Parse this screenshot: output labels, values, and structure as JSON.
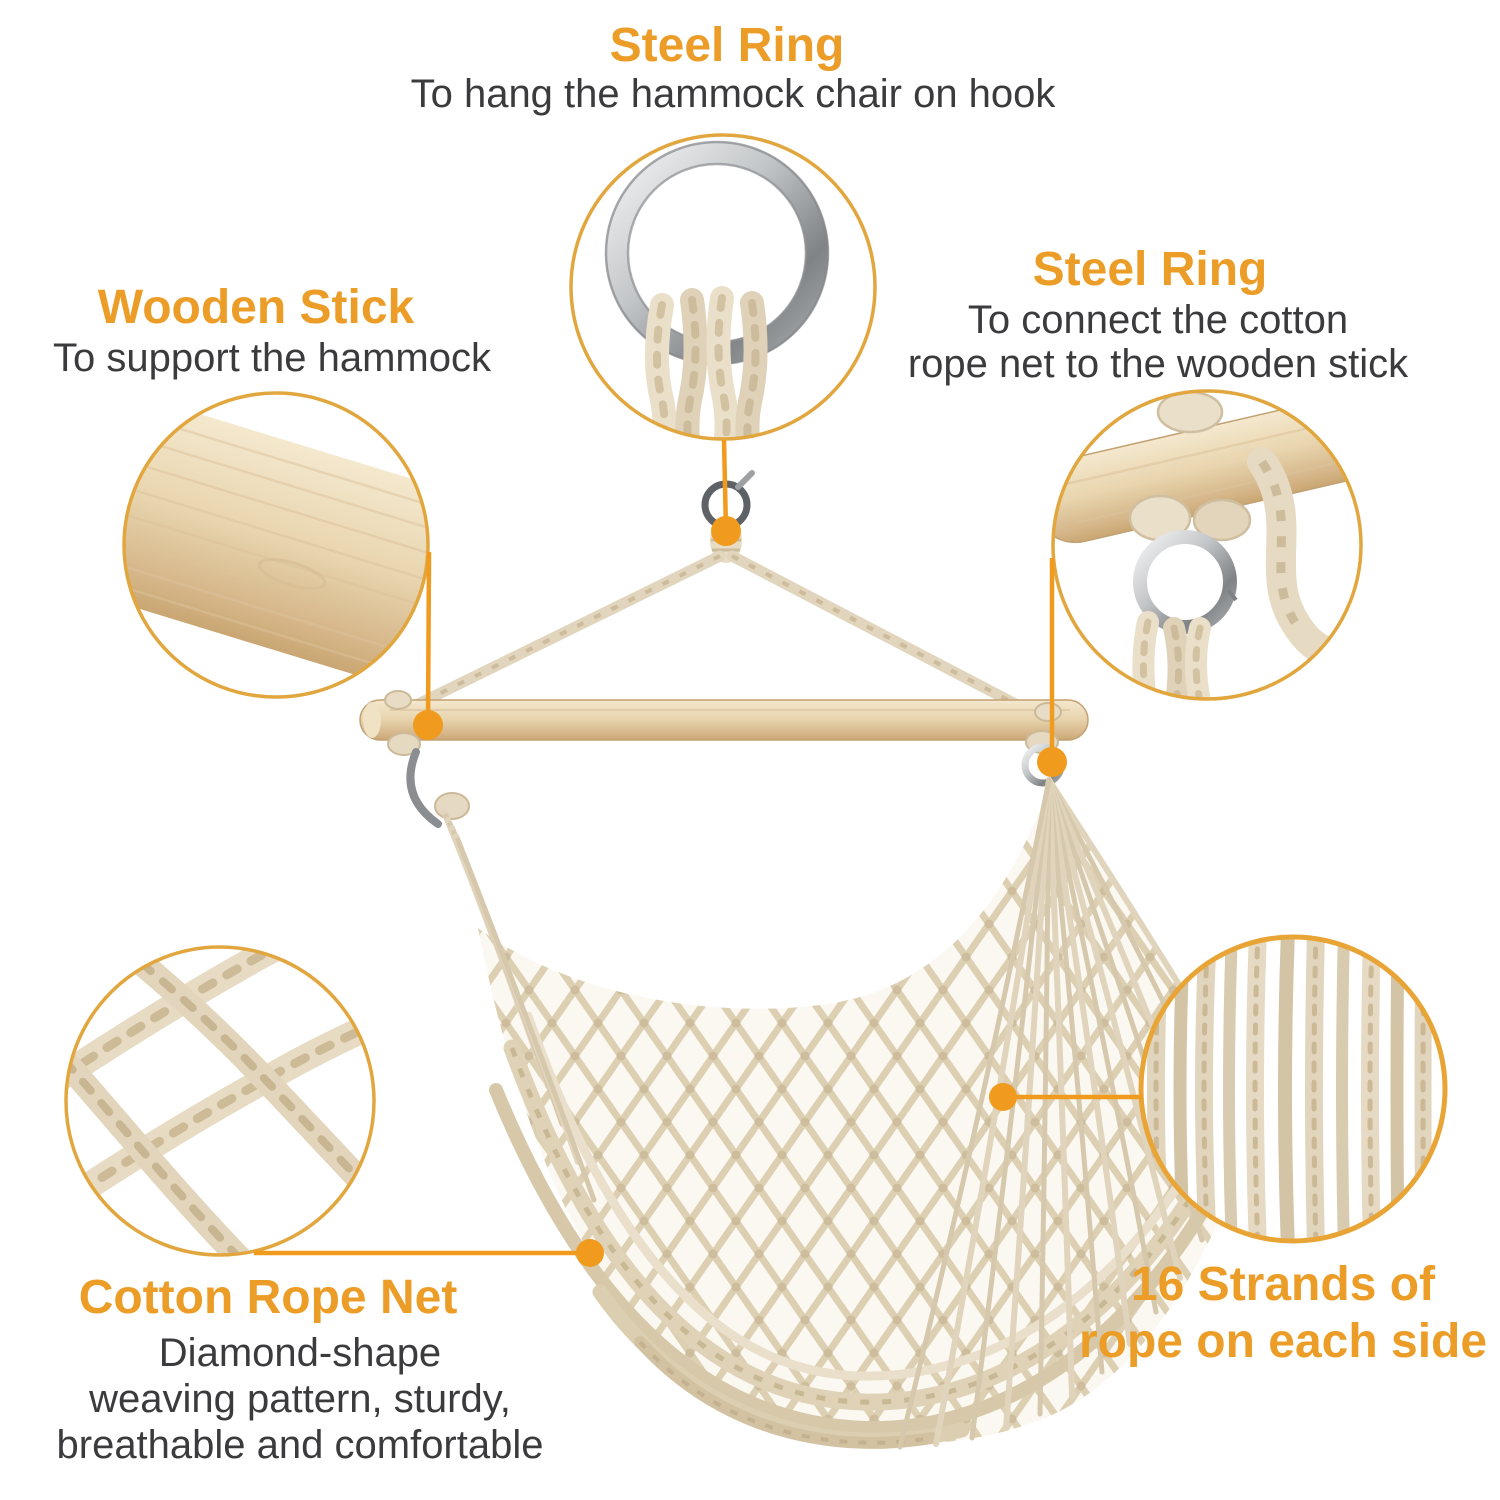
{
  "colors": {
    "accent_orange": "#F09A1E",
    "circle_outline": "#E2A63E",
    "title_orange": "#EB9D28",
    "body_text": "#3B3B3D",
    "rope_light": "#EADFC9",
    "rope_mid": "#DDD0B4",
    "wood_light": "#F3E6CA",
    "wood_dark": "#D0AF80",
    "steel_gray": "#C0C3C5"
  },
  "callouts": {
    "top": {
      "title": "Steel Ring",
      "desc": "To hang the hammock chair on hook"
    },
    "left": {
      "title": "Wooden Stick",
      "desc": "To support the hammock"
    },
    "right": {
      "title": "Steel Ring",
      "desc_line1": "To connect the cotton",
      "desc_line2": "rope net to the wooden stick"
    },
    "bottom_left": {
      "title": "Cotton Rope Net",
      "desc_line1": "Diamond-shape",
      "desc_line2": "weaving pattern, sturdy,",
      "desc_line3": "breathable and comfortable"
    },
    "bottom_right": {
      "title_line1": "16 Strands of",
      "title_line2": "rope on each side"
    }
  }
}
